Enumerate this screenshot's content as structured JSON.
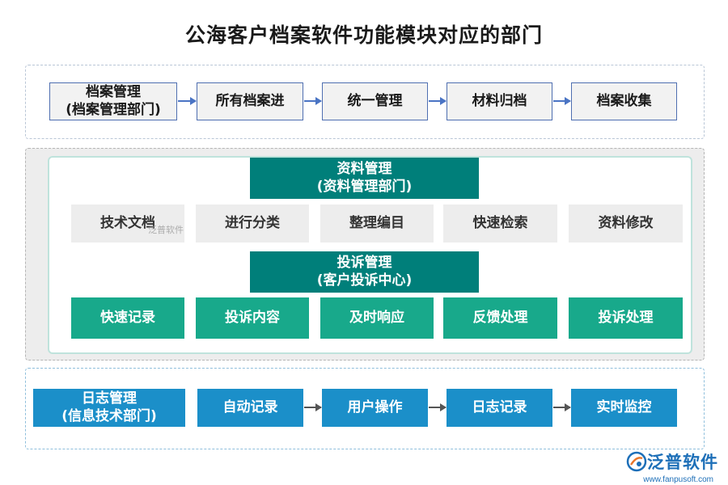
{
  "title": "公海客户档案软件功能模块对应的部门",
  "archive": {
    "head": "档案管理\n(档案管理部门)",
    "steps": [
      "所有档案进",
      "统一管理",
      "材料归档",
      "档案收集"
    ]
  },
  "material": {
    "head": "资料管理\n(资料管理部门)",
    "items": [
      "技术文档",
      "进行分类",
      "整理编目",
      "快速检索",
      "资料修改"
    ]
  },
  "complaint": {
    "head": "投诉管理\n(客户投诉中心)",
    "items": [
      "快速记录",
      "投诉内容",
      "及时响应",
      "反馈处理",
      "投诉处理"
    ]
  },
  "log": {
    "head": "日志管理\n(信息技术部门)",
    "steps": [
      "自动记录",
      "用户操作",
      "日志记录",
      "实时监控"
    ]
  },
  "watermark": {
    "inline": "泛普软件",
    "logo": "泛普软件",
    "url": "www.fanpusoft.com"
  },
  "colors": {
    "archive_border": "#4f6fb1",
    "material_head": "#007f7a",
    "complaint_item": "#18a98b",
    "log_box": "#1b8fc9"
  }
}
